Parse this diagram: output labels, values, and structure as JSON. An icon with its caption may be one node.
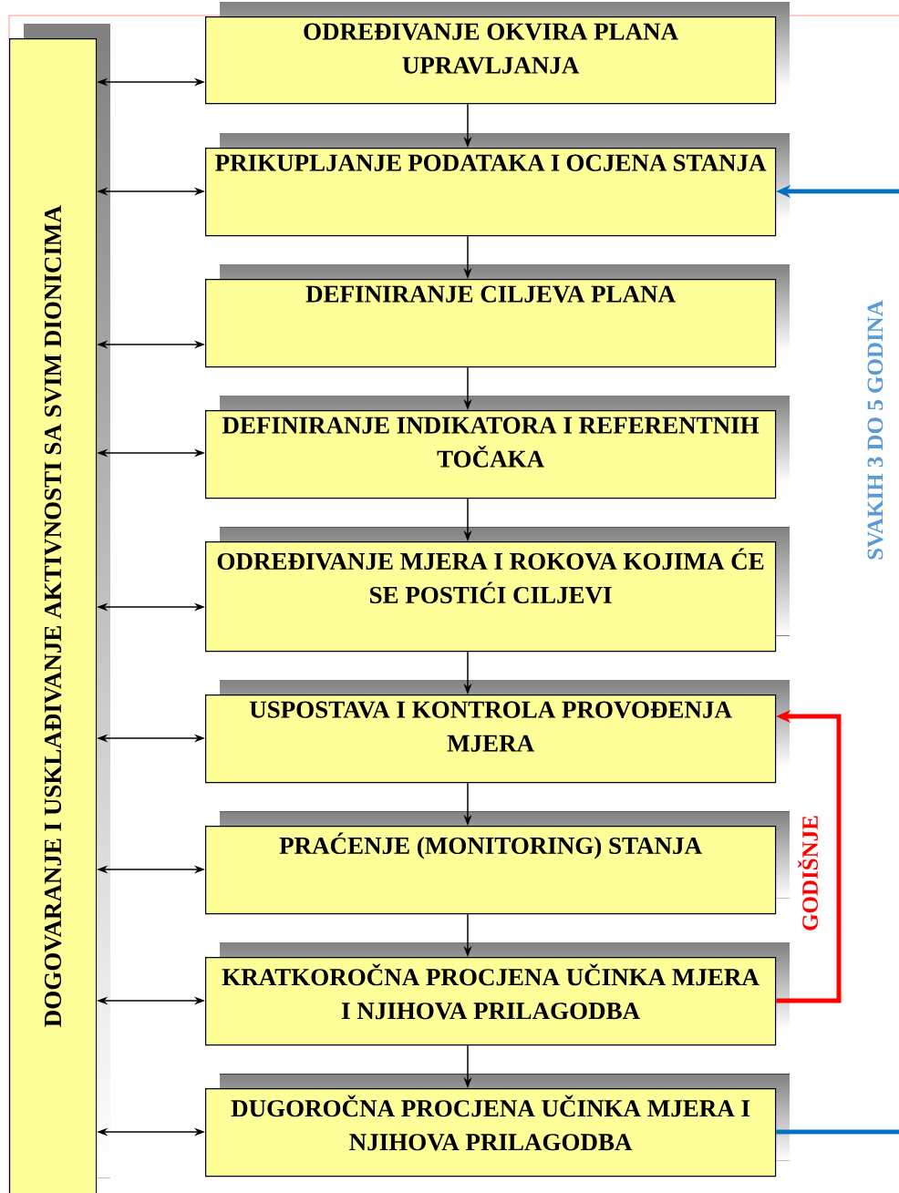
{
  "diagram": {
    "nodes": [
      {
        "text": [
          "DOGOVARANJE I USKLAĐIVANJE AKTIVNOSTI SA SVIM DIONICIMA"
        ]
      },
      {
        "text": [
          "ODREĐIVANJE OKVIRA PLANA UPRAVLJANJA"
        ]
      },
      {
        "text": [
          "PRIKUPLJANJE PODATAKA I OCJENA STANJA"
        ]
      },
      {
        "text": [
          "DEFINIRANJE CILJEVA PLANA"
        ]
      },
      {
        "text": [
          "DEFINIRANJE INDIKATORA I REFERENTNIH TOČAKA"
        ]
      },
      {
        "text": [
          "ODREĐIVANJE MJERA I ROKOVA KOJIMA ĆE SE POSTIĆI CILJEVI"
        ]
      },
      {
        "text": [
          "USPOSTAVA I KONTROLA PROVOĐENJA MJERA"
        ]
      },
      {
        "text": [
          "PRAĆENJE (MONITORING) STANJA"
        ]
      },
      {
        "text": [
          "KRATKOROČNA PROCJENA UČINKA MJERA I NJIHOVA PRILAGODBA"
        ]
      },
      {
        "text": [
          "DUGOROČNA PROCJENA UČINKA MJERA I NJIHOVA PRILAGODBA"
        ]
      }
    ],
    "edges": [
      {
        "from": 0,
        "to": 1,
        "arrow": "both"
      },
      {
        "from": 0,
        "to": 2,
        "arrow": "both"
      },
      {
        "from": 0,
        "to": 3,
        "arrow": "both"
      },
      {
        "from": 0,
        "to": 4,
        "arrow": "both"
      },
      {
        "from": 0,
        "to": 5,
        "arrow": "both"
      },
      {
        "from": 0,
        "to": 6,
        "arrow": "both"
      },
      {
        "from": 0,
        "to": 7,
        "arrow": "both"
      },
      {
        "from": 0,
        "to": 8,
        "arrow": "both"
      },
      {
        "from": 0,
        "to": 9,
        "arrow": "both"
      },
      {
        "from": 1,
        "to": 2,
        "arrow": "to"
      },
      {
        "from": 2,
        "to": 3,
        "arrow": "to"
      },
      {
        "from": 3,
        "to": 4,
        "arrow": "to"
      },
      {
        "from": 4,
        "to": 5,
        "arrow": "to"
      },
      {
        "from": 5,
        "to": 6,
        "arrow": "to"
      },
      {
        "from": 6,
        "to": 7,
        "arrow": "to"
      },
      {
        "from": 7,
        "to": 8,
        "arrow": "to"
      },
      {
        "from": 8,
        "to": 9,
        "arrow": "to"
      },
      {
        "from": 8,
        "to": 6,
        "arrow": "to",
        "label": "GODIŠNJE",
        "style": "thick",
        "color": "#ff0000"
      },
      {
        "from": null,
        "to": 2,
        "arrow": "to",
        "style": "thick",
        "color": "#0070c0"
      },
      {
        "from": 9,
        "to": null,
        "arrow": "none",
        "style": "thick",
        "color": "#0070c0"
      }
    ],
    "labels": [
      "SVAKIH 3 DO 5 GODINA"
    ]
  }
}
